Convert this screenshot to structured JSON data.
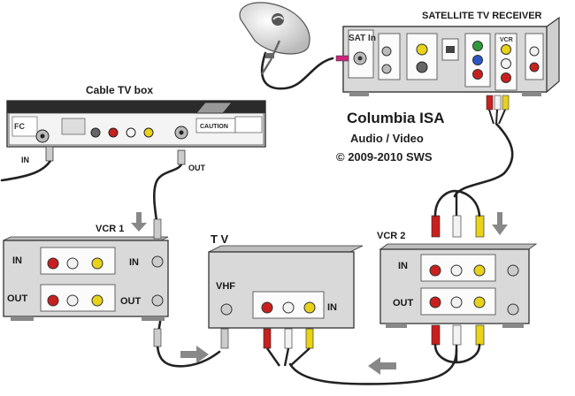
{
  "labels": {
    "satellite_receiver": "SATELLITE TV RECEIVER",
    "cable_box": "Cable TV box",
    "vcr1": "VCR 1",
    "vcr2": "VCR 2",
    "tv": "T V",
    "in": "IN",
    "out": "OUT",
    "vhf": "VHF",
    "sat_in": "SAT In",
    "vcr_panel": "VCR"
  },
  "credits": {
    "title": "Columbia ISA",
    "subtitle": "Audio / Video",
    "copyright": "© 2009-2010 SWS"
  },
  "colors": {
    "rca_red": "#c8201e",
    "rca_white": "#f2f2f2",
    "rca_yellow": "#e8d21a",
    "component_green": "#2f9a3a",
    "component_blue": "#2a56c6",
    "connector_magenta": "#c8287a"
  }
}
